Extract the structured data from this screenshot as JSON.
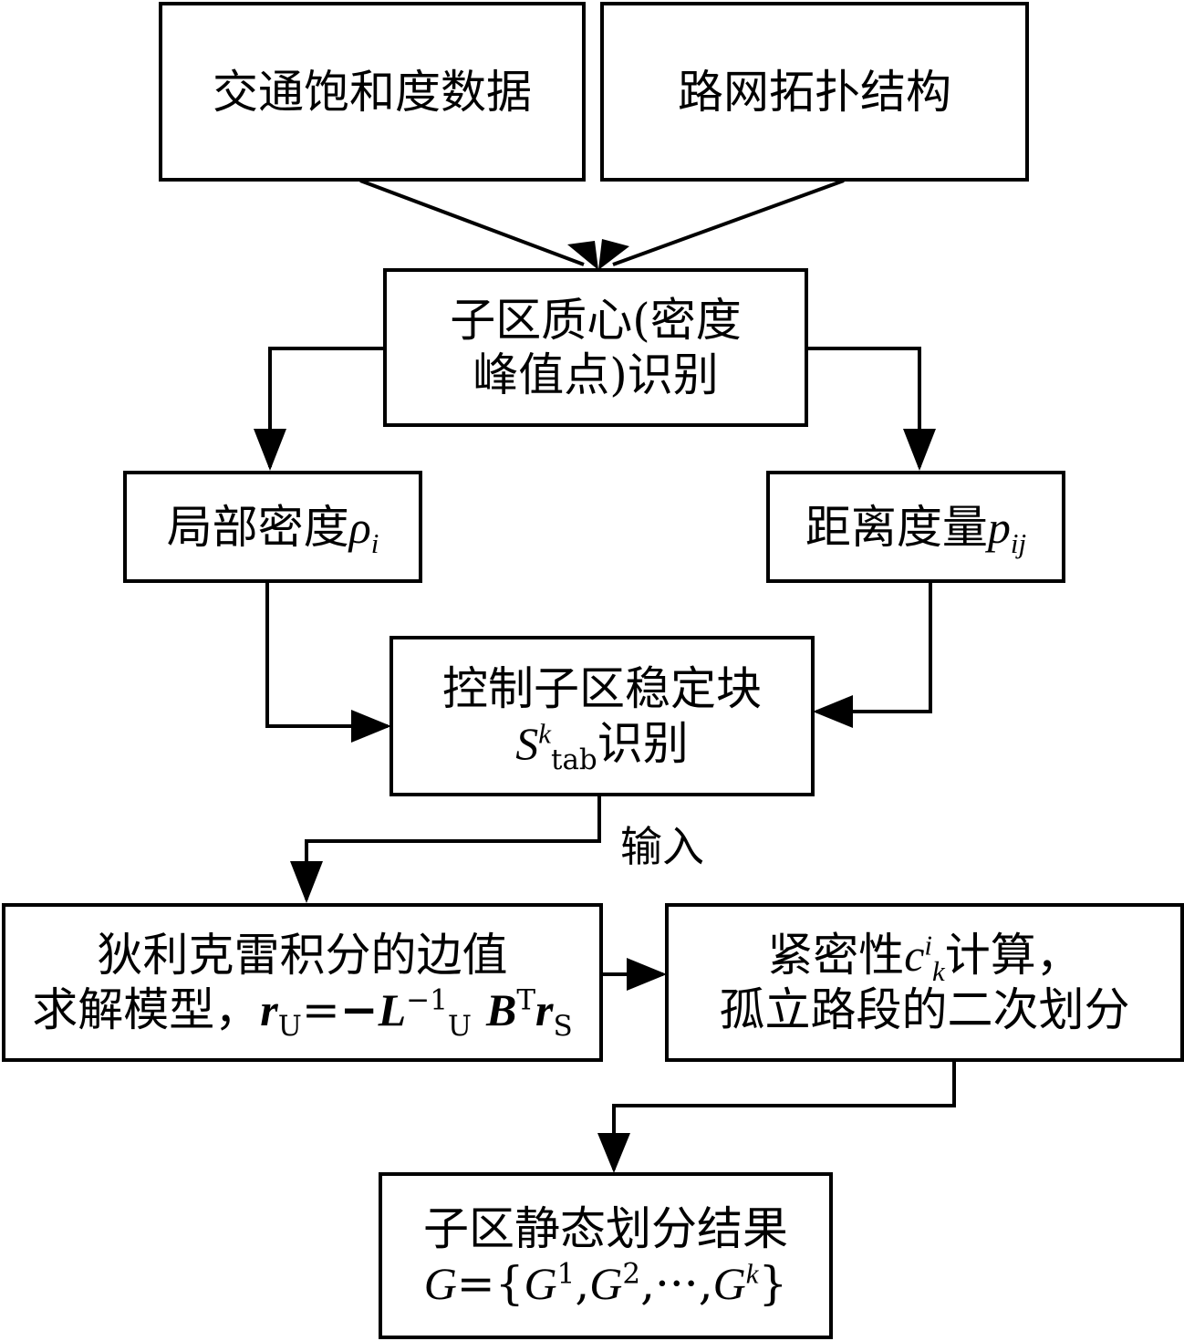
{
  "nodes": {
    "traffic_saturation": {
      "text": "交通饱和度数据"
    },
    "road_topology": {
      "text": "路网拓扑结构"
    },
    "centroid_identification": {
      "line1": "子区质心(密度",
      "line2": "峰值点)识别"
    },
    "local_density": {
      "text": "局部密度",
      "symbol": "ρ",
      "subscript": "i"
    },
    "distance_metric": {
      "text": "距离度量",
      "symbol": "p",
      "subscript": "ij"
    },
    "stable_block": {
      "line1": "控制子区稳定块",
      "symbol": "S",
      "superscript": "k",
      "subscript": "tab",
      "suffix": "识别"
    },
    "dirichlet_model": {
      "line1": "狄利克雷积分的边值",
      "line2_text": "求解模型，",
      "formula": {
        "r": "r",
        "sub_u": "U",
        "eq": "=",
        "minus": "−",
        "L": "L",
        "sup_inv": "−1",
        "sub_u2": "U",
        "B": "B",
        "sup_t": "T",
        "r2": "r",
        "sub_s": "S"
      }
    },
    "compactness": {
      "line1_pre": "紧密性",
      "symbol": "c",
      "superscript": "i",
      "subscript": "k",
      "line1_post": "计算，",
      "line2": "孤立路段的二次划分"
    },
    "result": {
      "line1": "子区静态划分结果",
      "formula": {
        "G": "G",
        "eq": "=",
        "open": "{",
        "g1": "G",
        "s1": "1",
        "comma": ",",
        "g2": "G",
        "s2": "2",
        "dots": "···",
        "gk": "G",
        "sk": "k",
        "close": "}"
      }
    }
  },
  "edge_labels": {
    "input": "输入"
  },
  "edges": [
    {
      "from": "traffic_saturation",
      "to": "centroid_identification"
    },
    {
      "from": "road_topology",
      "to": "centroid_identification"
    },
    {
      "from": "centroid_identification",
      "to": "local_density"
    },
    {
      "from": "centroid_identification",
      "to": "distance_metric"
    },
    {
      "from": "local_density",
      "to": "stable_block"
    },
    {
      "from": "distance_metric",
      "to": "stable_block"
    },
    {
      "from": "stable_block",
      "to": "dirichlet_model",
      "label": "输入"
    },
    {
      "from": "dirichlet_model",
      "to": "compactness"
    },
    {
      "from": "compactness",
      "to": "result"
    }
  ]
}
